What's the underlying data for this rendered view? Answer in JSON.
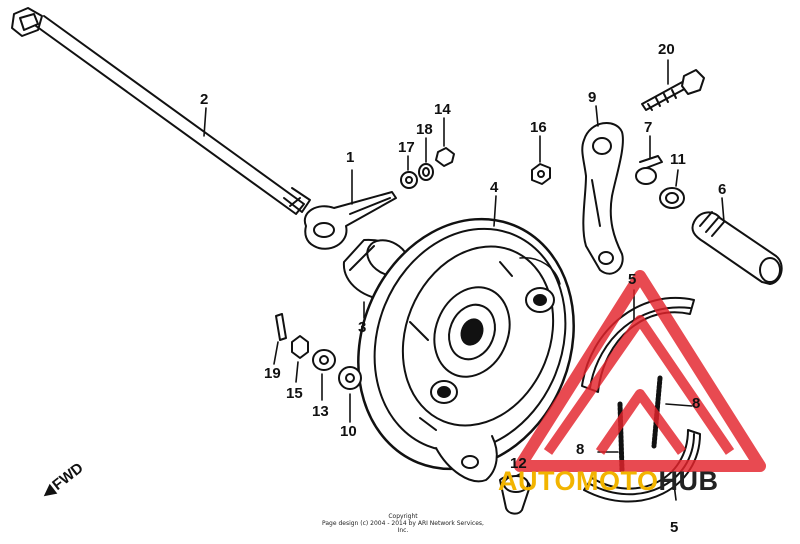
{
  "parts": {
    "p1": "1",
    "p2": "2",
    "p3": "3",
    "p4": "4",
    "p5a": "5",
    "p5b": "5",
    "p6": "6",
    "p7": "7",
    "p8a": "8",
    "p8b": "8",
    "p9": "9",
    "p10": "10",
    "p11": "11",
    "p12": "12",
    "p13": "13",
    "p14": "14",
    "p15": "15",
    "p16": "16",
    "p17": "17",
    "p18": "18",
    "p19": "19",
    "p20": "20"
  },
  "fwd_label": "FWD",
  "copyright": {
    "line1": "Copyright",
    "line2": "Page design (c) 2004 - 2014 by ARI Network Services, Inc."
  },
  "watermark": {
    "part1": "AUTOMOTO",
    "part2": "HUB",
    "colors": {
      "triangle": "#e4232b",
      "text_accent": "#f2b400",
      "text_dark": "#222222"
    }
  }
}
